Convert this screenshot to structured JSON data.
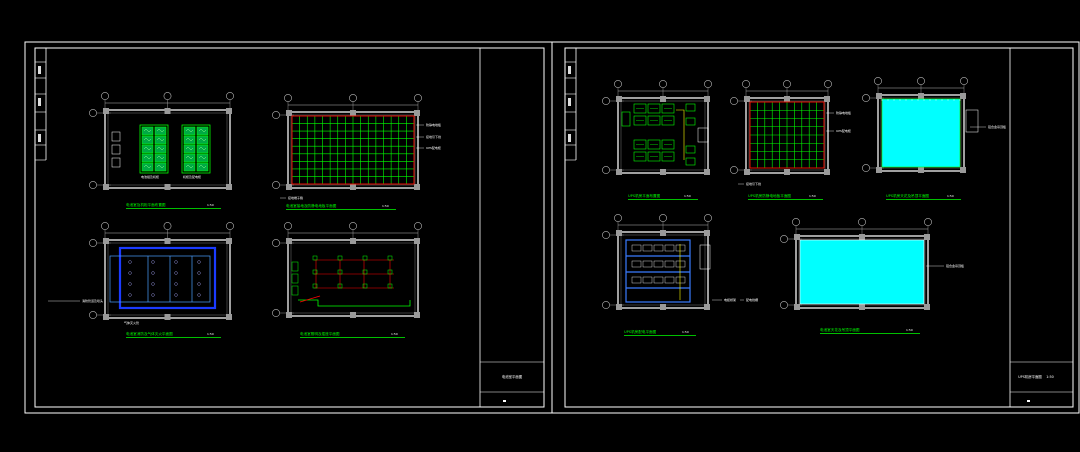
{
  "colors": {
    "background": "#000000",
    "frame": "#ffffff",
    "wall": "#c8c8c8",
    "axis": "#b8b8b8",
    "green": "#00ff00",
    "red": "#ff0000",
    "blue": "#1b3bff",
    "cyan": "#00ffff",
    "yellow": "#ffff00"
  },
  "sheets": [
    {
      "id": "sheet-1",
      "drawings": [
        {
          "id": "s1-d1",
          "title": "电池室及机柜平面布置图",
          "scale": "1:50",
          "equipment_labels": [
            "电池组及机柜",
            "机柜及配电柜"
          ]
        },
        {
          "id": "s1-d2",
          "title": "电池室接地及防静电地板平面图",
          "scale": "1:50",
          "notes": [
            "防静电地板",
            "接地引下线",
            "UPS配电柜",
            "接地端子箱"
          ]
        },
        {
          "id": "s1-d3",
          "title": "电池室消防及气体灭火平面图",
          "scale": "1:50",
          "notes": [
            "消防管道及喷头",
            "气体灭火管"
          ]
        },
        {
          "id": "s1-d4",
          "title": "电池室照明及插座平面图",
          "scale": "1:50"
        }
      ],
      "title_block": {
        "sheet_label": "电池室平面图"
      }
    },
    {
      "id": "sheet-2",
      "drawings": [
        {
          "id": "s2-d1",
          "title": "UPS机房平面布置图",
          "scale": "1:50"
        },
        {
          "id": "s2-d2",
          "title": "UPS机房防静电地板平面图",
          "scale": "1:50",
          "notes": [
            "防静电地板",
            "UPS配电柜",
            "接地引下线"
          ]
        },
        {
          "id": "s2-d3",
          "title": "UPS机房天花及吊顶平面图",
          "scale": "1:50",
          "notes": [
            "铝合金吊顶板"
          ]
        },
        {
          "id": "s2-d4",
          "title": "UPS机房配电平面图",
          "scale": "1:50",
          "notes": [
            "电缆桥架",
            "配电线槽"
          ]
        },
        {
          "id": "s2-d5",
          "title": "电池室天花及吊顶平面图",
          "scale": "1:50",
          "notes": [
            "铝合金吊顶板"
          ]
        }
      ],
      "title_block": {
        "sheet_label": "UPS机房平面图",
        "scale_label": "1:50"
      }
    }
  ]
}
